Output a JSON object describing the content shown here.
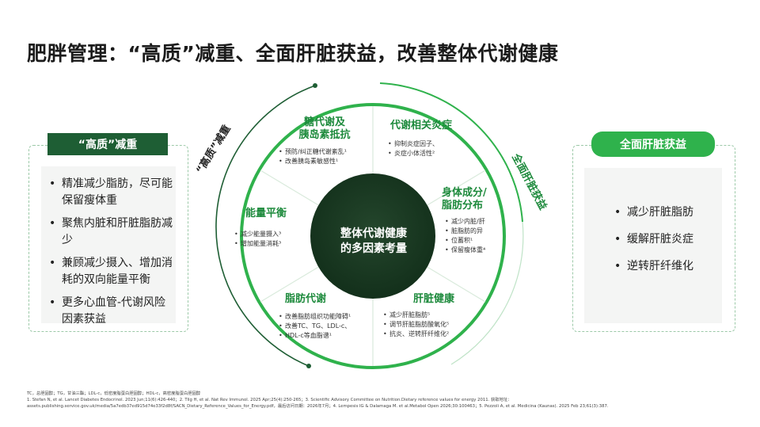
{
  "title": "肥胖管理：“高质”减重、全面肝脏获益，改善整体代谢健康",
  "left_panel": {
    "tag": "“高质”减重",
    "items": [
      "精准减少脂肪，尽可能保留瘦体重",
      "聚焦内脏和肝脏脂肪减少",
      "兼顾减少摄入、增加消耗的双向能量平衡",
      "更多心血管-代谢风险因素获益"
    ]
  },
  "right_panel": {
    "tag": "全面肝脏获益",
    "items": [
      "减少肝脏脂肪",
      "缓解肝脏炎症",
      "逆转肝纤维化"
    ]
  },
  "arc_labels": {
    "left": "“高质”减重",
    "right": "全面肝脏获益"
  },
  "center": {
    "line1": "整体代谢健康",
    "line2": "的多因素考量"
  },
  "segments": {
    "glucose": {
      "title": "糖代谢及\n胰岛素抵抗",
      "items": [
        "预防/纠正糖代谢紊乱¹",
        "改善胰岛素敏感性¹"
      ]
    },
    "inflammation": {
      "title": "代谢相关炎症",
      "items": [
        "抑制炎症因子、",
        "炎症小体活性²"
      ]
    },
    "body": {
      "title": "身体成分/\n脂肪分布",
      "items": [
        "减少内脏/肝",
        "脏脂肪的异",
        "位蓄积¹",
        "保留瘦体重⁴"
      ]
    },
    "liver": {
      "title": "肝脏健康",
      "items": [
        "减少肝脏脂肪⁵",
        "调节肝脏脂肪酸氧化⁵",
        "抗炎、逆转肝纤维化²"
      ]
    },
    "lipid": {
      "title": "脂肪代谢",
      "items": [
        "改善脂肪组织功能障碍¹",
        "改善TC、TG、LDL-c、",
        "HDL-c等血脂谱¹"
      ]
    },
    "energy": {
      "title": "能量平衡",
      "items": [
        "减少能量摄入³",
        "增加能量消耗³"
      ]
    }
  },
  "footnotes": [
    "TC，总胆固醇；TG，甘油三酯；LDL-c，低密度脂蛋白胆固醇；HDL-c，高密度脂蛋白胆固醇",
    "1. Stefan N, et al. Lancet Diabetes Endocrinol. 2023 Jun;11(6):426-440；2. Tilg H, et al. Nat Rev Immunol. 2025 Apr;25(4):250-265；3. Scientific Advisory Committee on Nutrition.Dietary reference values for energy 2011. 获取地址：",
    "assets.publishing.service.gov.uk/media/5a7edb37ed915d74e33f2d8f/SACN_Dietary_Reference_Values_for_Energy.pdf，最后访问日期：2026年7月；4. Lempesis IG & Dalamaga M. et al.Metabol Open 2026;30:100463；5. Pezzoli A, et al. Medicina (Kaunas). 2025 Feb 23;61(3):387."
  ],
  "colors": {
    "dark_green": "#1e5e34",
    "bright_green": "#2fb24c",
    "segment_title": "#1d8a3c",
    "center_circle": "#1a3a22"
  }
}
